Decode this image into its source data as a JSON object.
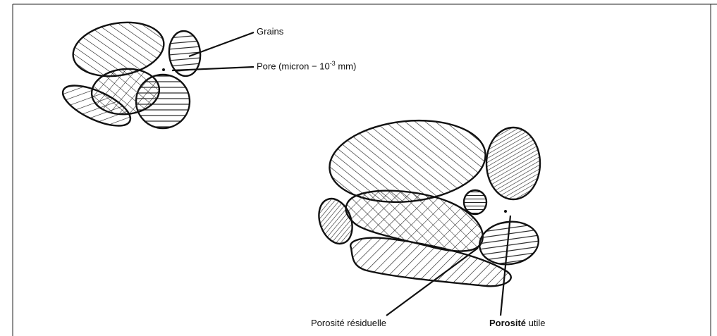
{
  "labels": {
    "grains": "Grains",
    "pore_prefix": "Pore (micron − 10",
    "pore_exponent": "-3",
    "pore_suffix": " mm)",
    "porosite_residuelle": "Porosité résiduelle",
    "porosite_utile_bold": "Porosité",
    "porosite_utile_rest": " utile"
  }
}
